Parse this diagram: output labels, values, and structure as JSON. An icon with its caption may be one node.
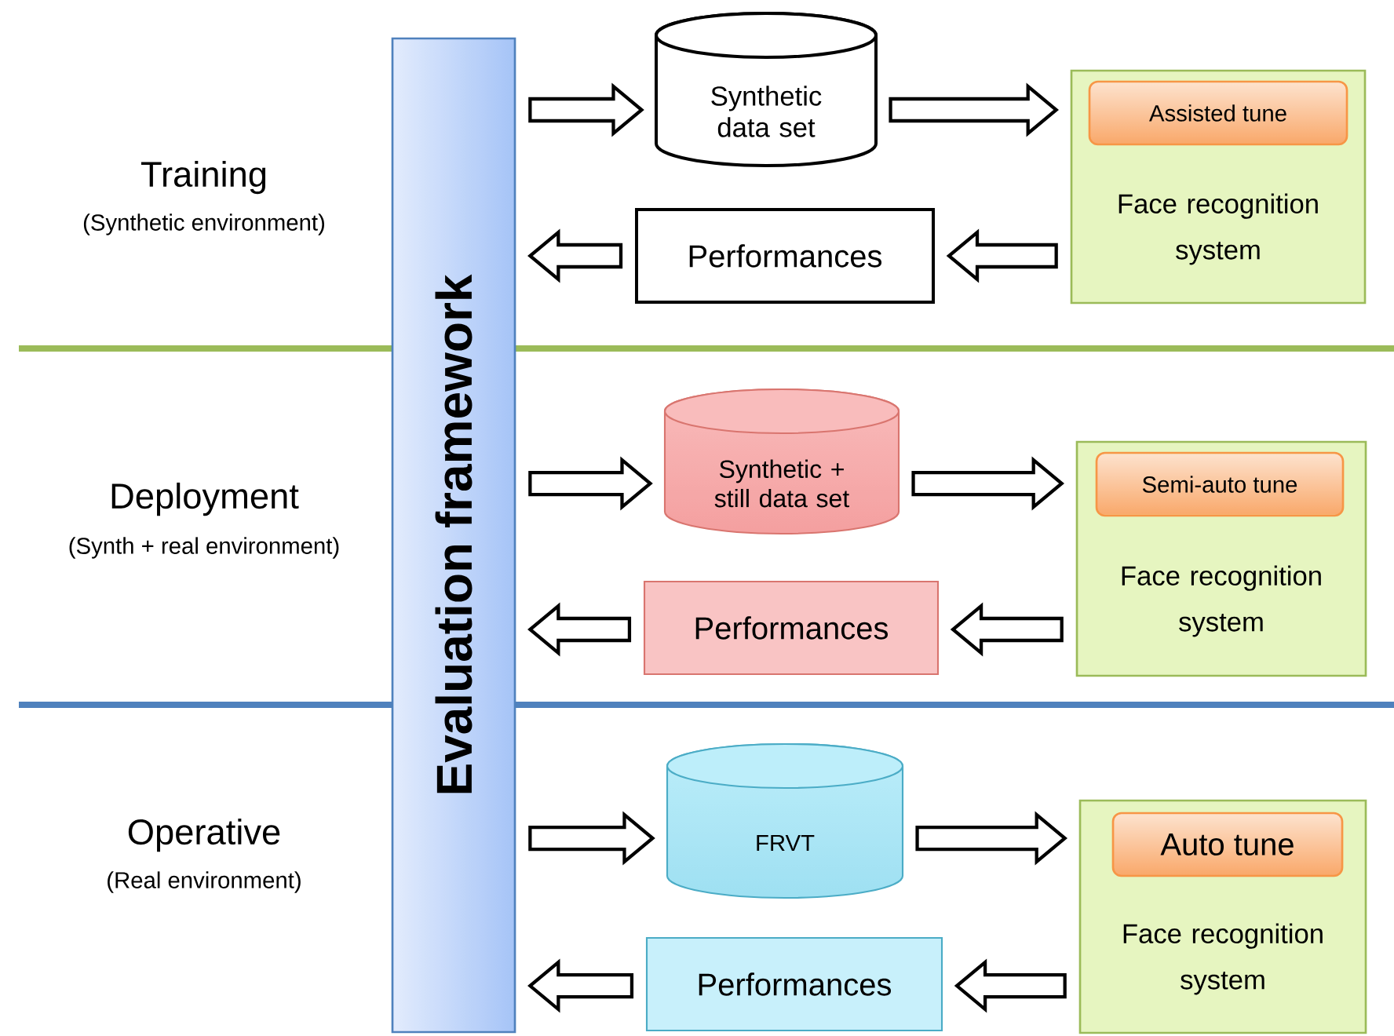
{
  "diagram": {
    "nodes": [
      {
        "text": [
          "Evaluation framework"
        ]
      },
      {
        "text": [
          "Synthetic data set"
        ]
      },
      {
        "text": [
          "Face recognition system"
        ]
      },
      {
        "text": [
          "Assisted tune"
        ],
        "in": 2
      },
      {
        "text": [
          "Performances"
        ]
      },
      {
        "text": [
          "Synthetic + still data set"
        ]
      },
      {
        "text": [
          "Face recognition system"
        ]
      },
      {
        "text": [
          "Semi-auto tune"
        ],
        "in": 6
      },
      {
        "text": [
          "Performances"
        ]
      },
      {
        "text": [
          "FRVT"
        ]
      },
      {
        "text": [
          "Face recognition system"
        ]
      },
      {
        "text": [
          "Auto tune"
        ],
        "in": 10
      },
      {
        "text": [
          "Performances"
        ]
      }
    ],
    "edges": [
      {
        "from": 0,
        "to": 1,
        "arrow": "to"
      },
      {
        "from": 1,
        "to": 2,
        "arrow": "to"
      },
      {
        "from": 2,
        "to": 4,
        "arrow": "to"
      },
      {
        "from": 4,
        "to": 0,
        "arrow": "to"
      },
      {
        "from": 0,
        "to": 5,
        "arrow": "to"
      },
      {
        "from": 5,
        "to": 6,
        "arrow": "to"
      },
      {
        "from": 6,
        "to": 8,
        "arrow": "to"
      },
      {
        "from": 8,
        "to": 0,
        "arrow": "to"
      },
      {
        "from": 0,
        "to": 9,
        "arrow": "to"
      },
      {
        "from": 9,
        "to": 10,
        "arrow": "to"
      },
      {
        "from": 10,
        "to": 12,
        "arrow": "to"
      },
      {
        "from": 12,
        "to": 0,
        "arrow": "to"
      }
    ],
    "labels": [
      "Training",
      "(Synthetic environment)",
      "Deployment",
      "(Synth + real environment)",
      "Operative",
      "(Real environment)"
    ]
  }
}
